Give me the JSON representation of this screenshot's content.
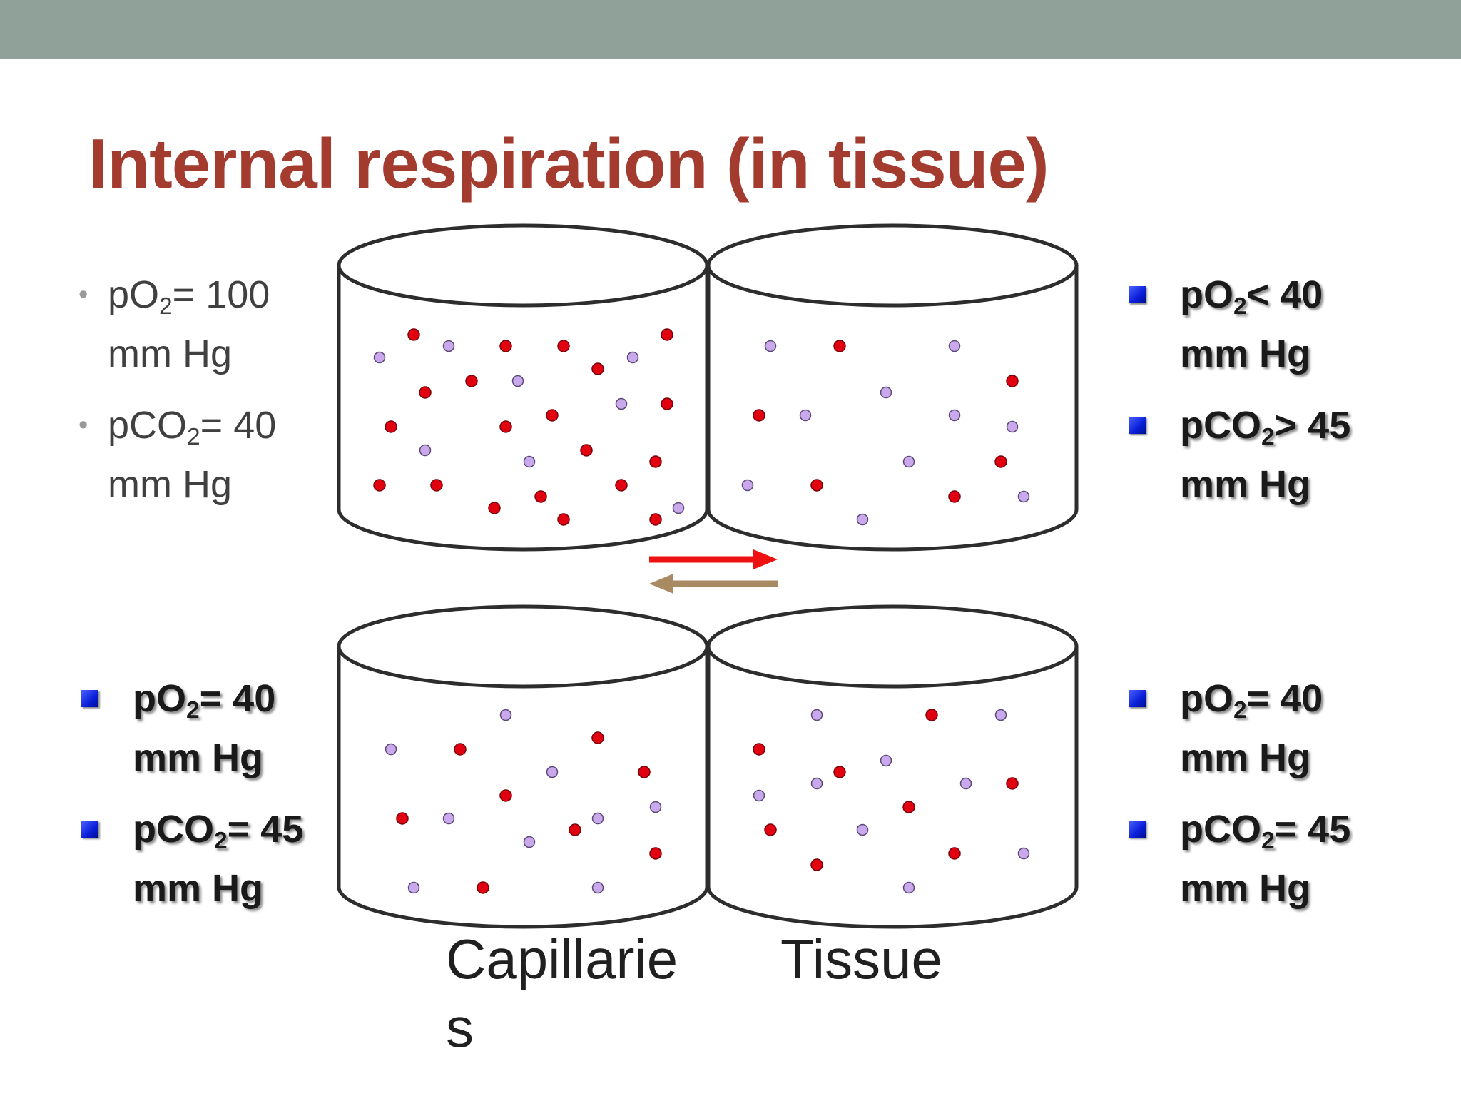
{
  "title": "Internal respiration (in tissue)",
  "colors": {
    "title": "#a33b2e",
    "oxygen_dot": "#e00010",
    "co2_dot": "#c9a8ec",
    "arrow_forward": "#ee1111",
    "arrow_back": "#a88a63",
    "bullet_blue": "#0a1ed8"
  },
  "left_top": {
    "items": [
      {
        "pre": "pO",
        "sub": "2",
        "post": "= 100",
        "line2": "mm Hg"
      },
      {
        "pre": "pCO",
        "sub": "2",
        "post": "= 40",
        "line2": "mm Hg"
      }
    ]
  },
  "right_top": {
    "items": [
      {
        "pre": "pO",
        "sub": "2",
        "post": "< 40",
        "line2": "mm Hg"
      },
      {
        "pre": "pCO",
        "sub": "2",
        "post": "> 45",
        "line2": "mm Hg"
      }
    ]
  },
  "left_bottom": {
    "items": [
      {
        "pre": "pO",
        "sub": "2",
        "post": "= 40",
        "line2": "mm Hg"
      },
      {
        "pre": "pCO",
        "sub": "2",
        "post": "= 45",
        "line2": "mm Hg"
      }
    ]
  },
  "right_bottom": {
    "items": [
      {
        "pre": "pO",
        "sub": "2",
        "post": "= 40",
        "line2": "mm Hg"
      },
      {
        "pre": "pCO",
        "sub": "2",
        "post": "= 45",
        "line2": "mm Hg"
      }
    ]
  },
  "labels": {
    "capillaries_line1": "Capillarie",
    "capillaries_line2": "s",
    "tissue": "Tissue"
  }
}
